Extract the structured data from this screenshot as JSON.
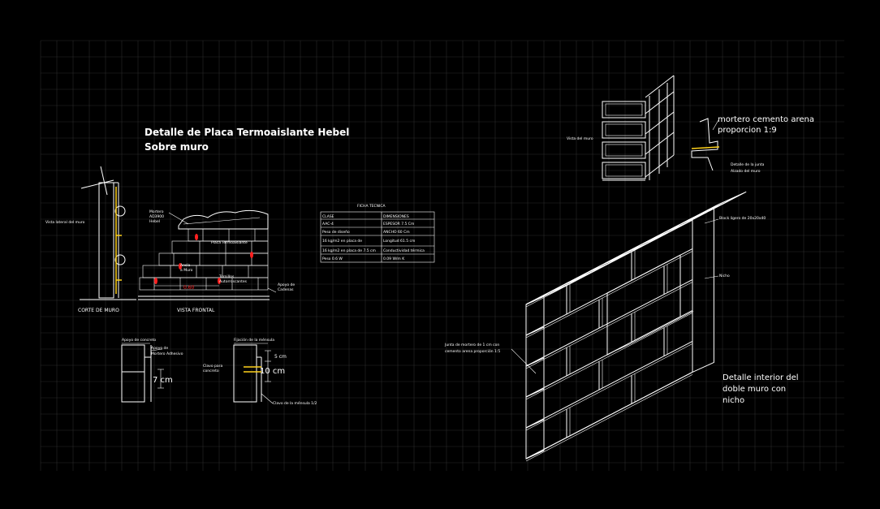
{
  "colors": {
    "background": "#000000",
    "grid": "#2a2a2a",
    "line": "#ffffff",
    "accent_red": "#ff2020",
    "accent_yellow": "#ffd21c"
  },
  "left_detail": {
    "title_line1": "Detalle de Placa Termoaislante Hebel",
    "title_line2": "Sobre muro",
    "side_label": "Vista lateral del muro",
    "mortar_label_1": "Mortero",
    "mortar_label_2": "AD3900",
    "mortar_label_3": "Hebel",
    "plate_label": "Placa Termoaislante",
    "anchor_label_1": "Ancla",
    "anchor_label_2": "a Muro",
    "fastener_label_1": "Tornillos",
    "fastener_label_2": "Autorroscantes",
    "support_label_1": "Apoyo de",
    "support_label_2": "Cadenas",
    "dimension": "0.60",
    "caption_section": "CORTE DE MURO",
    "caption_front": "VISTA FRONTAL"
  },
  "spec_table": {
    "title": "FICHA TECNICA",
    "rows": [
      [
        "CLASE",
        "DIMENSIONES"
      ],
      [
        "AAC-4",
        "ESPESOR 7.5 Cm"
      ],
      [
        "Peso de diseño",
        "ANCHO 60 Cm"
      ],
      [
        "16 kg/m2 en placa de",
        "Longitud 61.5 cm"
      ],
      [
        "16 kg/m2 en placa de 7.5 cm",
        "Conductividad térmica"
      ],
      [
        "Peso 0.6 W",
        "0.09 W/m K"
      ]
    ]
  },
  "sub_details": {
    "left_title": "Apoyo de concreto",
    "left_label_1": "Apoyo de",
    "left_label_2": "Mortero Adhesivo",
    "left_dim": "7 cm",
    "right_title": "Fijación de la ménsula",
    "right_label_1": "Clavo para",
    "right_label_2": "concreto",
    "right_dim_1": "5 cm",
    "right_dim_2": "10 cm",
    "right_bottom_label": "Clavo de la ménsula 1/2"
  },
  "top_right": {
    "view_label": "Vista del muro",
    "mortar_label_1": "mortero cemento arena",
    "mortar_label_2": "proporcion 1:9",
    "detail_label_1": "Detalle de la junta",
    "detail_label_2": "Alzado del muro"
  },
  "wall_iso": {
    "block_label": "Block ligero de 20x20x40",
    "niche_label": "Nicho",
    "mortar_joint_label_1": "Junta de mortero de 1 cm con",
    "mortar_joint_label_2": "cemento arena proporción 1:5",
    "title_line1": "Detalle interior del",
    "title_line2": "doble muro con",
    "title_line3": "nicho"
  }
}
